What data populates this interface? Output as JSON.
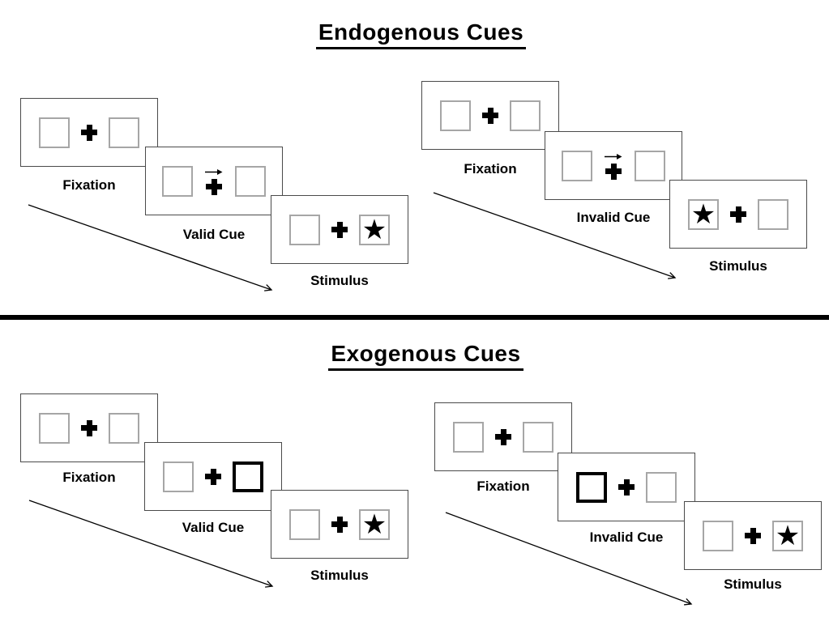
{
  "colors": {
    "background": "#ffffff",
    "ink": "#000000",
    "panel_border": "#4a4a4a",
    "box_border": "#a6a6a6"
  },
  "icons": {
    "star": "★",
    "fixation_cross": "plus-cross",
    "cue_arrow": "right-arrow"
  },
  "sections": [
    {
      "title": "Endogenous Cues",
      "groups": [
        {
          "name": "valid-trial",
          "cue_description": "central arrow pointing right above fixation cross",
          "stimulus_side": "right",
          "steps": [
            {
              "label": "Fixation"
            },
            {
              "label": "Valid Cue"
            },
            {
              "label": "Stimulus"
            }
          ]
        },
        {
          "name": "invalid-trial",
          "cue_description": "central arrow pointing right above fixation cross",
          "stimulus_side": "left",
          "steps": [
            {
              "label": "Fixation"
            },
            {
              "label": "Invalid Cue"
            },
            {
              "label": "Stimulus"
            }
          ]
        }
      ]
    },
    {
      "title": "Exogenous Cues",
      "groups": [
        {
          "name": "valid-trial",
          "cue_description": "thick black box on right side",
          "stimulus_side": "right",
          "steps": [
            {
              "label": "Fixation"
            },
            {
              "label": "Valid Cue"
            },
            {
              "label": "Stimulus"
            }
          ]
        },
        {
          "name": "invalid-trial",
          "cue_description": "thick black box on left side",
          "stimulus_side": "right",
          "steps": [
            {
              "label": "Fixation"
            },
            {
              "label": "Invalid Cue"
            },
            {
              "label": "Stimulus"
            }
          ]
        }
      ]
    }
  ]
}
